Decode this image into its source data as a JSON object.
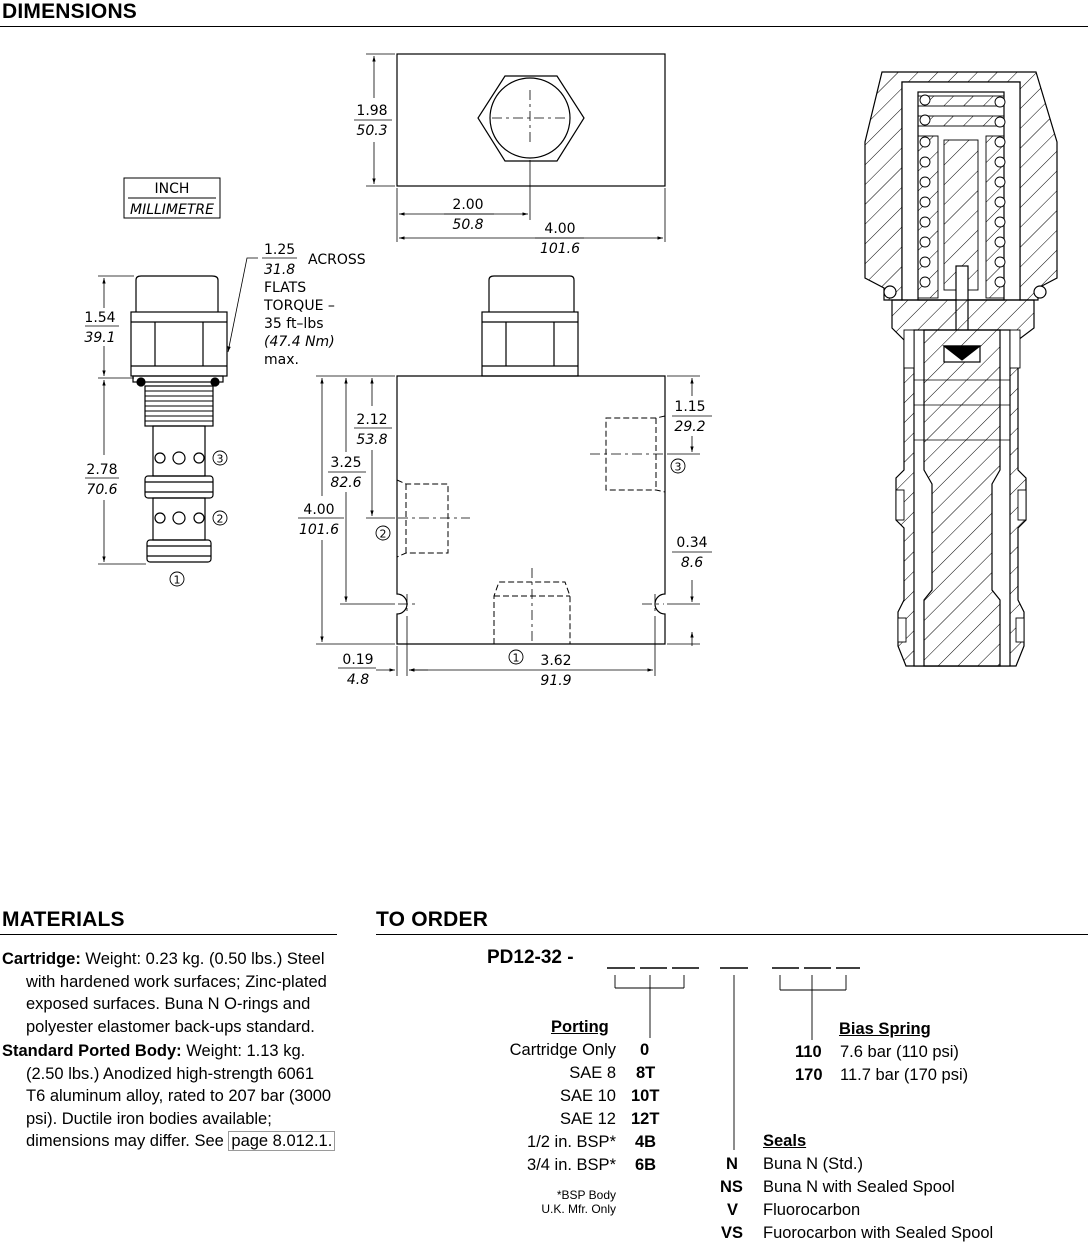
{
  "sections": {
    "dimensions": "DIMENSIONS",
    "materials": "MATERIALS",
    "to_order": "TO ORDER"
  },
  "units_legend": {
    "top": "INCH",
    "bottom": "MILLIMETRE"
  },
  "flats_note": {
    "inch": "1.25",
    "mm": "31.8",
    "across": "ACROSS",
    "flats": "FLATS",
    "torque": "TORQUE –",
    "ftlbs": "35 ft–lbs",
    "nm": "(47.4 Nm)",
    "max": "max."
  },
  "cartridge_dims": [
    {
      "inch": "1.54",
      "mm": "39.1"
    },
    {
      "inch": "2.78",
      "mm": "70.6"
    }
  ],
  "top_view_dims": [
    {
      "inch": "1.98",
      "mm": "50.3"
    },
    {
      "inch": "2.00",
      "mm": "50.8"
    },
    {
      "inch": "4.00",
      "mm": "101.6"
    }
  ],
  "front_view_dims": [
    {
      "inch": "2.12",
      "mm": "53.8"
    },
    {
      "inch": "3.25",
      "mm": "82.6"
    },
    {
      "inch": "4.00",
      "mm": "101.6"
    },
    {
      "inch": "1.15",
      "mm": "29.2"
    },
    {
      "inch": "0.34",
      "mm": "8.6"
    },
    {
      "inch": "0.19",
      "mm": "4.8"
    },
    {
      "inch": "3.62",
      "mm": "91.9"
    }
  ],
  "ports": [
    "1",
    "2",
    "3"
  ],
  "materials": {
    "cartridge_label": "Cartridge:",
    "cartridge_text": " Weight: 0.23 kg. (0.50 lbs.) Steel with hardened work surfaces; Zinc-plated exposed surfaces. Buna N O-rings and polyester elastomer back-ups standard.",
    "body_label": "Standard Ported Body:",
    "body_text": " Weight: 1.13 kg. (2.50 lbs.) Anodized high-strength 6061 T6 aluminum alloy, rated to 207 bar (3000 psi). Ductile iron bodies available; dimensions may differ. See ",
    "body_link": "page 8.012.1."
  },
  "order": {
    "model": "PD12-32 -",
    "porting": {
      "title": "Porting",
      "rows": [
        {
          "label": "Cartridge Only",
          "code": "0"
        },
        {
          "label": "SAE 8",
          "code": "8T"
        },
        {
          "label": "SAE 10",
          "code": "10T"
        },
        {
          "label": "SAE 12",
          "code": "12T"
        },
        {
          "label": "1/2 in. BSP*",
          "code": "4B"
        },
        {
          "label": "3/4 in. BSP*",
          "code": "6B"
        }
      ],
      "note_line1": "*BSP Body",
      "note_line2": "U.K. Mfr. Only"
    },
    "bias_spring": {
      "title": "Bias Spring",
      "rows": [
        {
          "code": "110",
          "label": "7.6 bar (110 psi)"
        },
        {
          "code": "170",
          "label": "11.7 bar (170 psi)"
        }
      ]
    },
    "seals": {
      "title": "Seals",
      "rows": [
        {
          "code": "N",
          "label": "Buna N (Std.)"
        },
        {
          "code": "NS",
          "label": "Buna N with Sealed Spool"
        },
        {
          "code": "V",
          "label": "Fluorocarbon"
        },
        {
          "code": "VS",
          "label": "Fuorocarbon with Sealed Spool"
        }
      ]
    }
  }
}
